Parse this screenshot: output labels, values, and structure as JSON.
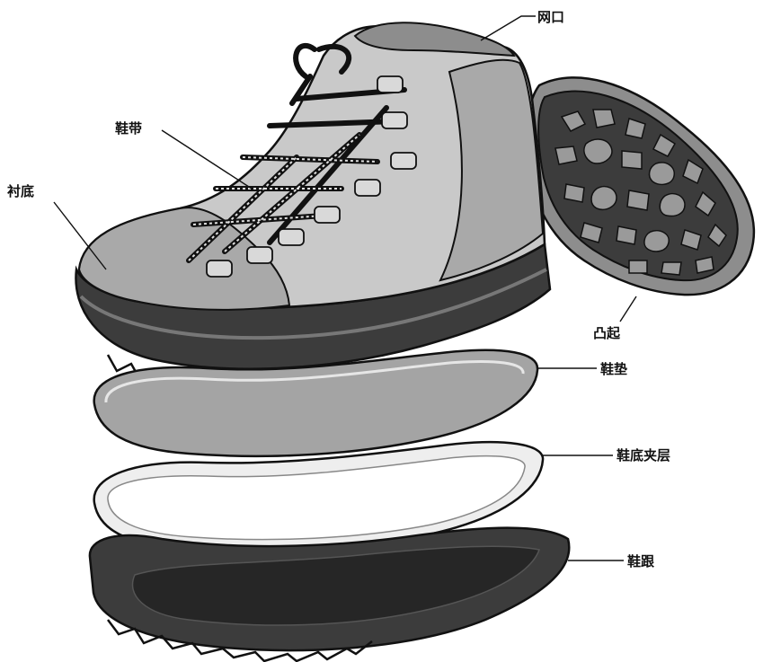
{
  "labels": {
    "collar": "网口",
    "laces": "鞋带",
    "lining": "衬底",
    "lugs": "凸起",
    "insole": "鞋垫",
    "midsole": "鞋底夹层",
    "outsole": "鞋跟"
  },
  "colors": {
    "ink": "#111111",
    "upper_light": "#c9c9c9",
    "upper_mid": "#a9a9a9",
    "upper_dark": "#8d8d8d",
    "rubber": "#3c3c3c",
    "rubber_dark": "#262626",
    "insole": "#a4a4a4",
    "midsole": "#eeeeee",
    "background": "#ffffff"
  }
}
